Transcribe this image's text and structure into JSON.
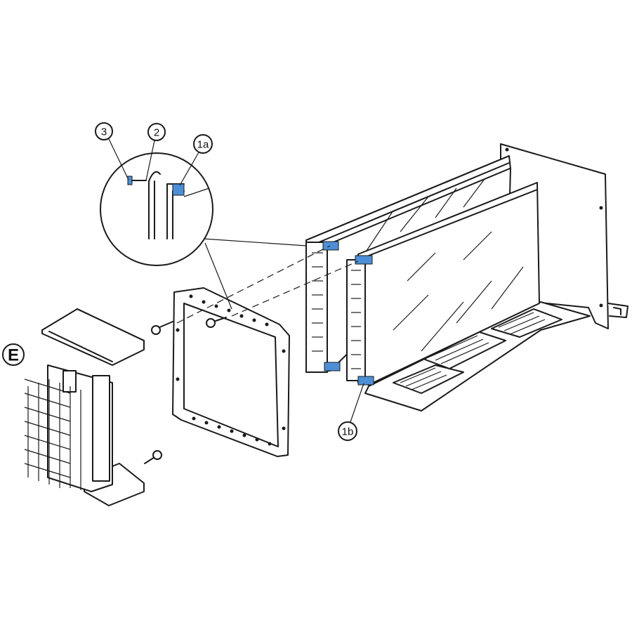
{
  "callouts": {
    "c3": "3",
    "c2": "2",
    "c1a": "1a",
    "c1b": "1b"
  },
  "view_label": "E",
  "colors": {
    "ink": "#1a1a1a",
    "highlight": "#4d8fd6",
    "background": "#ffffff"
  }
}
